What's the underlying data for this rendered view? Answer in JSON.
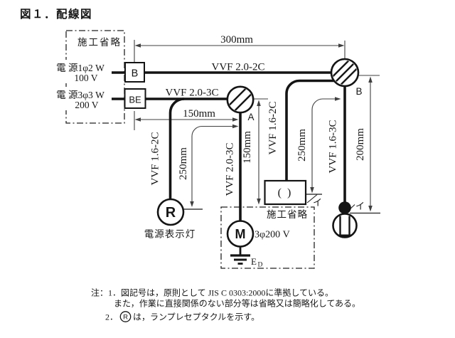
{
  "title": "図１．配線図",
  "panel": {
    "omitted_label": "施工省略",
    "source1": {
      "line1": "電 源1φ2 W",
      "line2": "100 V",
      "breaker": "B"
    },
    "source2": {
      "line1": "電 源3φ3 W",
      "line2": "200 V",
      "breaker": "BE"
    }
  },
  "cables": {
    "main_100v": "VVF 2.0-2C",
    "main_200v": "VVF 2.0-3C",
    "to_lamp_r": "VVF 1.6-2C",
    "to_motor": "VVF 2.0-3C",
    "to_outlet": "VVF 1.6-2C",
    "to_receptacle": "VVF 1.6-3C"
  },
  "dimensions": {
    "top_span": "300mm",
    "be_to_a": "150mm",
    "r_drop": "250mm",
    "a_drop": "150mm",
    "outlet_drop": "250mm",
    "receptacle_drop": "200mm"
  },
  "junction_boxes": {
    "a": "A",
    "b": "B"
  },
  "devices": {
    "pilot_lamp": {
      "symbol": "R",
      "label": "電源表示灯"
    },
    "motor": {
      "symbol": "M",
      "rating": "3φ200 V",
      "ground_main": "E",
      "ground_sub": "D"
    },
    "outlet": {
      "text": "( )",
      "omitted_label": "施工省略",
      "circuit": "イ"
    },
    "receptacle": {
      "circuit": "イ"
    }
  },
  "notes": {
    "line1": "注：1．図記号は，原則として JIS C 0303:2000に準拠している。",
    "line2": "また，作業に直接関係のない部分等は省略又は簡略化してある。",
    "line3_prefix": "2．",
    "line3_symbol": "R",
    "line3_suffix": "は，ランプレセプタクルを示す。"
  }
}
